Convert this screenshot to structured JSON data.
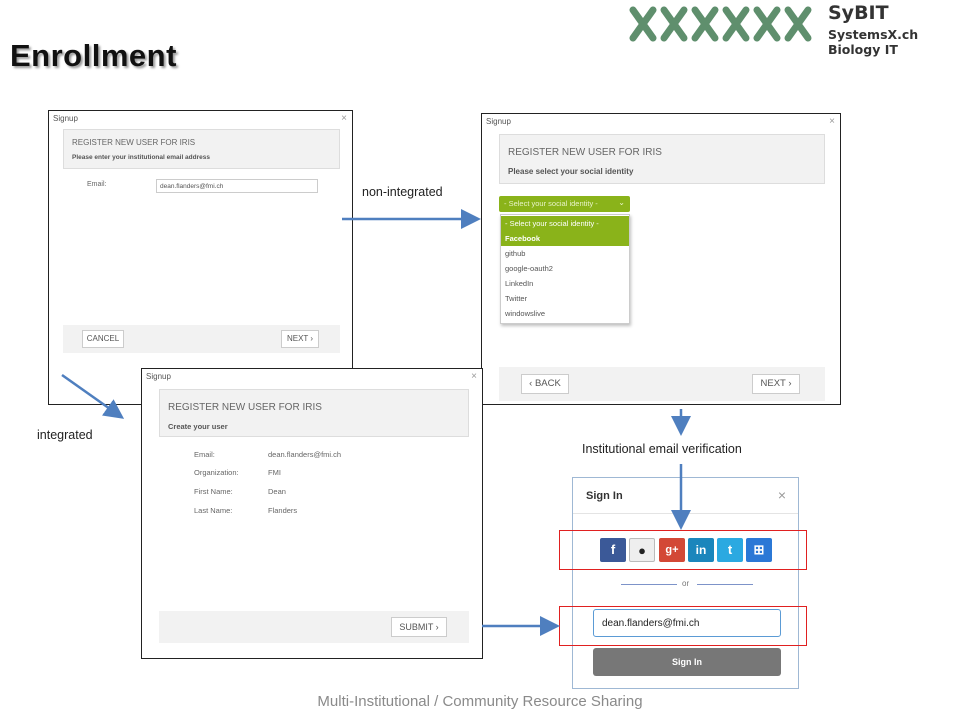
{
  "slide": {
    "title": "Enrollment",
    "footer": "Multi-Institutional / Community Resource Sharing"
  },
  "logo": {
    "name": "SyBIT",
    "subtitle": "SystemsX.ch Biology IT",
    "mark_color": "#5f8f6d"
  },
  "annotations": {
    "non_integrated": "non-integrated",
    "integrated": "integrated",
    "verification": "Institutional email verification"
  },
  "colors": {
    "arrow": "#4f7fbf",
    "highlight": "#e02020",
    "accent_green": "#8ab31a"
  },
  "dialog_email": {
    "title": "Signup",
    "close": "×",
    "heading": "REGISTER NEW USER FOR IRIS",
    "subheading": "Please enter your institutional email address",
    "email_label": "Email:",
    "email_value": "dean.flanders@fmi.ch",
    "cancel": "CANCEL",
    "next": "NEXT ›"
  },
  "dialog_social": {
    "title": "Signup",
    "close": "×",
    "heading": "REGISTER NEW USER FOR IRIS",
    "subheading": "Please select your social identity",
    "select_value": "- Select your social identity -",
    "options": [
      "- Select your social identity -",
      "Facebook",
      "github",
      "google-oauth2",
      "LinkedIn",
      "Twitter",
      "windowslive"
    ],
    "back": "‹ BACK",
    "next": "NEXT ›"
  },
  "dialog_create": {
    "title": "Signup",
    "close": "×",
    "heading": "REGISTER NEW USER FOR IRIS",
    "subheading": "Create your user",
    "fields": [
      {
        "label": "Email:",
        "value": "dean.flanders@fmi.ch"
      },
      {
        "label": "Organization:",
        "value": "FMI"
      },
      {
        "label": "First Name:",
        "value": "Dean"
      },
      {
        "label": "Last Name:",
        "value": "Flanders"
      }
    ],
    "submit": "SUBMIT ›"
  },
  "signin": {
    "title": "Sign In",
    "close": "×",
    "social": [
      {
        "icon": "facebook-icon",
        "glyph": "f",
        "color": "#3b5998"
      },
      {
        "icon": "github-icon",
        "glyph": "●",
        "color": "#e8e8e8"
      },
      {
        "icon": "google-plus-icon",
        "glyph": "g+",
        "color": "#d34836"
      },
      {
        "icon": "linkedin-icon",
        "glyph": "in",
        "color": "#1b86bc"
      },
      {
        "icon": "twitter-icon",
        "glyph": "t",
        "color": "#2ba9e1"
      },
      {
        "icon": "windows-icon",
        "glyph": "⊞",
        "color": "#2b78d6"
      }
    ],
    "or": "or",
    "email_value": "dean.flanders@fmi.ch",
    "button": "Sign In"
  }
}
